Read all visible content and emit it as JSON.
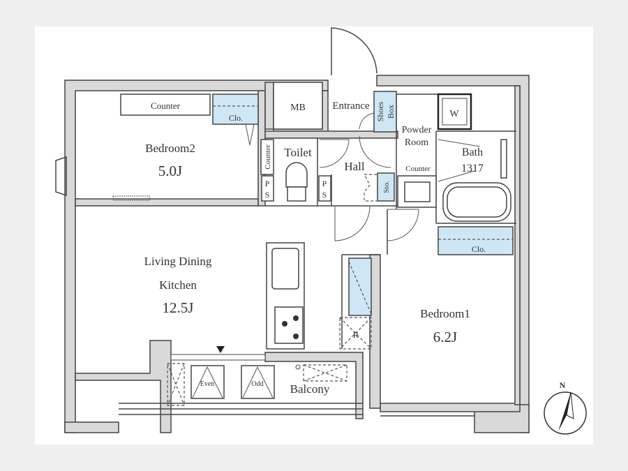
{
  "rooms": {
    "bedroom2": {
      "name": "Bedroom2",
      "size": "5.0J"
    },
    "ldk": {
      "line1": "Living Dining",
      "line2": "Kitchen",
      "size": "12.5J"
    },
    "bedroom1": {
      "name": "Bedroom1",
      "size": "6.2J"
    },
    "bath": {
      "name": "Bath",
      "size": "1317"
    },
    "powder": {
      "line1": "Powder",
      "line2": "Room"
    },
    "toilet": "Toilet",
    "hall": "Hall",
    "entrance": "Entrance",
    "mb": "MB",
    "balcony": "Balcony"
  },
  "fixtures": {
    "counter_bedroom2": "Counter",
    "clo_bedroom2": "Clo.",
    "clo_bedroom1": "Clo.",
    "shoes_box_1": "Shoes",
    "shoes_box_2": "Box",
    "counter_toilet": "Counter",
    "counter_powder": "Counter",
    "ps": "P",
    "ps2": "S",
    "sto": "Sto.",
    "washer": "W",
    "fridge": "R",
    "ac_even": "Even",
    "ac_odd": "Odd"
  },
  "compass": {
    "label": "N"
  },
  "colors": {
    "storage": "#cfe7f4",
    "wall": "#d9d9d9"
  }
}
